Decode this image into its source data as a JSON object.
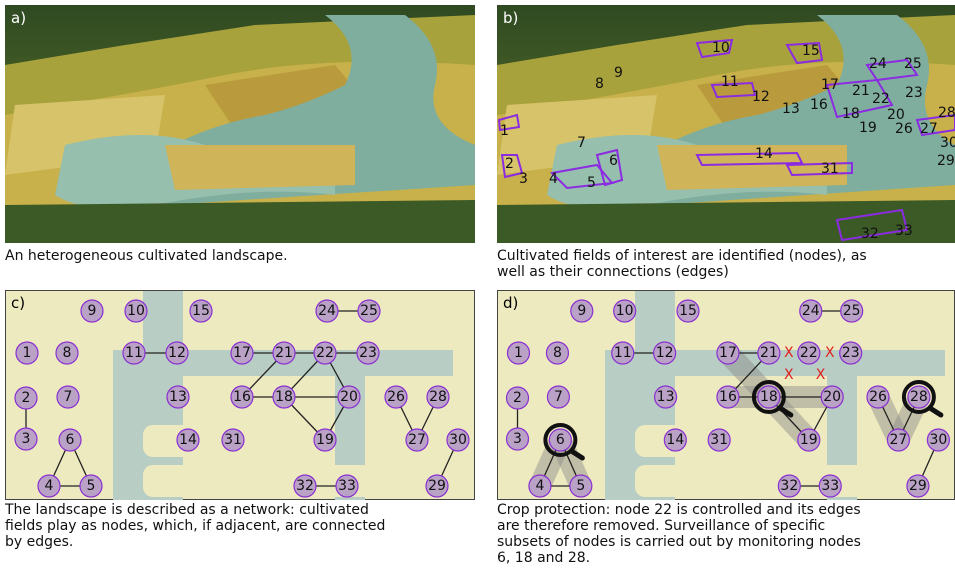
{
  "panels": {
    "a": {
      "label": "a)",
      "caption": [
        "An heterogeneous cultivated landscape."
      ]
    },
    "b": {
      "label": "b)",
      "caption": [
        "Cultivated fields of interest are identified (nodes), as",
        "well as their connections (edges)"
      ],
      "field_labels": [
        "1",
        "2",
        "3",
        "4",
        "5",
        "6",
        "7",
        "8",
        "9",
        "10",
        "11",
        "12",
        "13",
        "14",
        "15",
        "16",
        "17",
        "18",
        "19",
        "20",
        "21",
        "22",
        "23",
        "24",
        "25",
        "26",
        "27",
        "28",
        "29",
        "30",
        "31",
        "32",
        "33"
      ]
    },
    "c": {
      "label": "c)",
      "caption": [
        "The landscape is described as a network: cultivated",
        "fields play as nodes, which, if adjacent, are connected",
        "by edges."
      ]
    },
    "d": {
      "label": "d)",
      "caption": [
        "Crop protection: node 22 is controlled and its edges",
        "are therefore removed. Surveillance of specific",
        "subsets of nodes is carried out by monitoring nodes",
        "6, 18 and 28."
      ],
      "removed_mark": "X",
      "controlled_node": "22",
      "monitored_nodes": [
        "6",
        "18",
        "28"
      ]
    }
  },
  "network": {
    "nodes": [
      "1",
      "2",
      "3",
      "4",
      "5",
      "6",
      "7",
      "8",
      "9",
      "10",
      "11",
      "12",
      "13",
      "14",
      "15",
      "16",
      "17",
      "18",
      "19",
      "20",
      "21",
      "22",
      "23",
      "24",
      "25",
      "26",
      "27",
      "28",
      "29",
      "30",
      "31",
      "32",
      "33"
    ],
    "edges": [
      [
        "2",
        "3"
      ],
      [
        "6",
        "4"
      ],
      [
        "6",
        "5"
      ],
      [
        "4",
        "5"
      ],
      [
        "11",
        "12"
      ],
      [
        "17",
        "21"
      ],
      [
        "21",
        "22"
      ],
      [
        "22",
        "23"
      ],
      [
        "21",
        "16"
      ],
      [
        "16",
        "18"
      ],
      [
        "18",
        "20"
      ],
      [
        "18",
        "22"
      ],
      [
        "22",
        "20"
      ],
      [
        "18",
        "19"
      ],
      [
        "20",
        "19"
      ],
      [
        "24",
        "25"
      ],
      [
        "26",
        "27"
      ],
      [
        "28",
        "27"
      ],
      [
        "30",
        "29"
      ],
      [
        "32",
        "33"
      ]
    ],
    "removed_edges": [
      [
        "21",
        "22"
      ],
      [
        "22",
        "23"
      ],
      [
        "18",
        "22"
      ],
      [
        "22",
        "20"
      ]
    ]
  },
  "colors": {
    "node_fill": "#b9a2c6",
    "node_stroke": "#8a2fd1",
    "background": "#eeeac0",
    "water": "#b8cdc3",
    "removed_mark": "#e02020",
    "field_outline": "#8b2be2",
    "highlight": "#8a8a8a"
  },
  "icons": [
    "magnifier-icon"
  ]
}
